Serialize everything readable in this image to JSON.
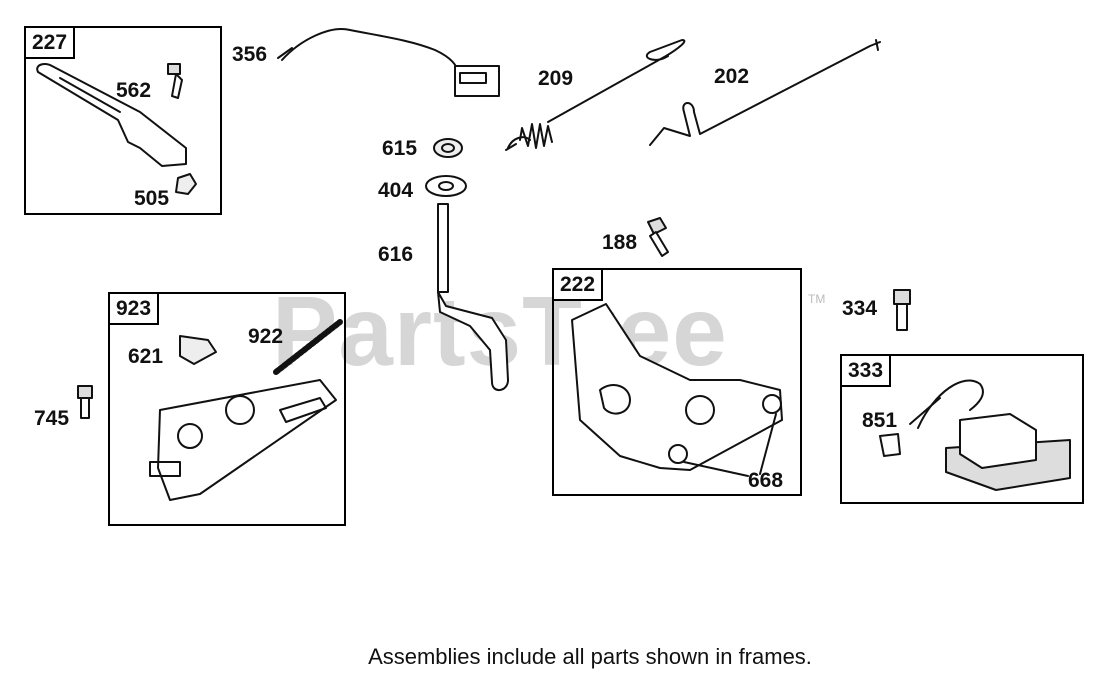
{
  "watermark": {
    "text": "PartsTree",
    "mark": "TM"
  },
  "frames": [
    {
      "id": "227"
    },
    {
      "id": "923"
    },
    {
      "id": "222"
    },
    {
      "id": "333"
    }
  ],
  "parts": {
    "p356": "356",
    "p209": "209",
    "p202": "202",
    "p562": "562",
    "p505": "505",
    "p615": "615",
    "p404": "404",
    "p616": "616",
    "p188": "188",
    "p334": "334",
    "p921": "922",
    "p621": "621",
    "p745": "745",
    "p668": "668",
    "p851": "851"
  },
  "footer": "Assemblies include all parts shown in frames."
}
